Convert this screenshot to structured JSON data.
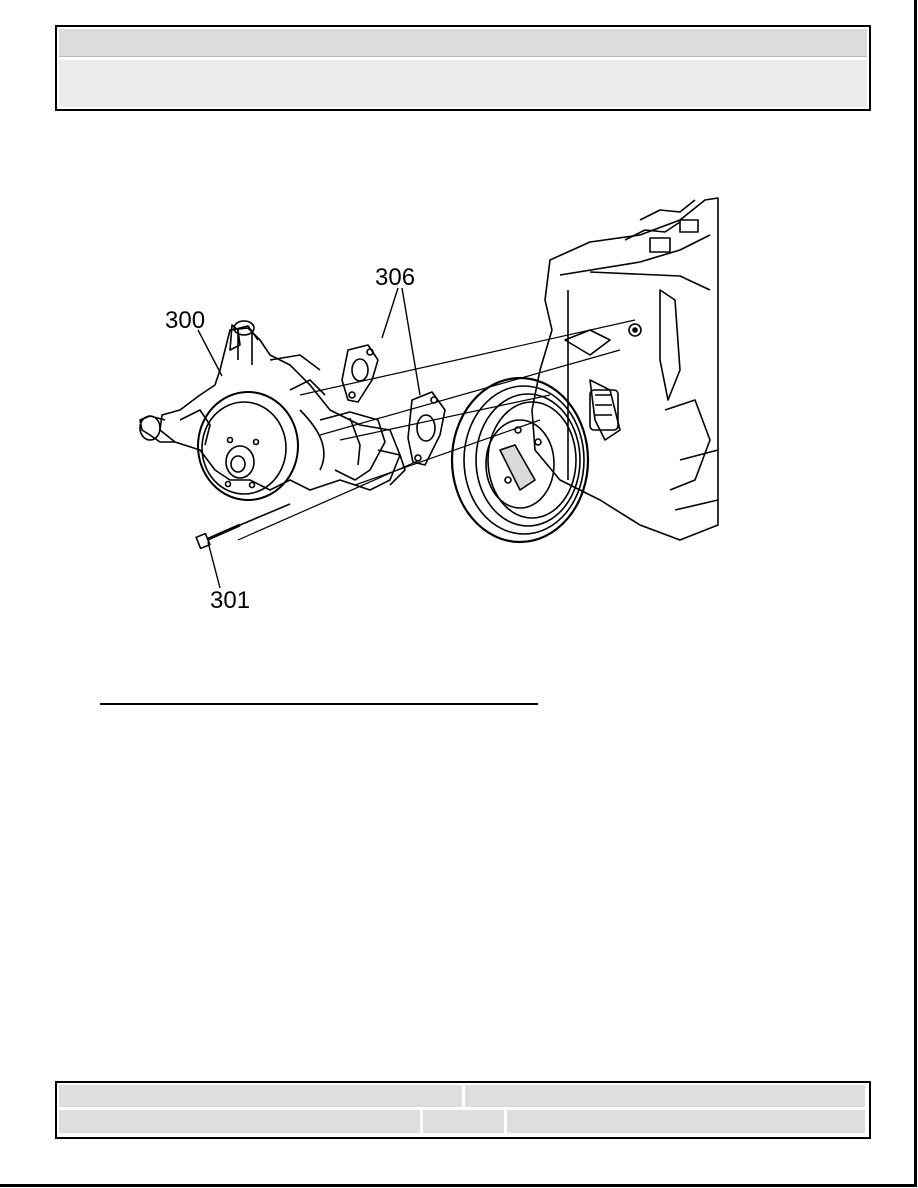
{
  "header": {
    "title": "",
    "subtitle": ""
  },
  "figure": {
    "callouts": {
      "pump": "300",
      "bolt": "301",
      "gaskets": "306"
    }
  },
  "footer": {
    "left_top": "",
    "right_top": "",
    "left_bottom": "",
    "middle_bottom": "",
    "right_bottom": ""
  }
}
